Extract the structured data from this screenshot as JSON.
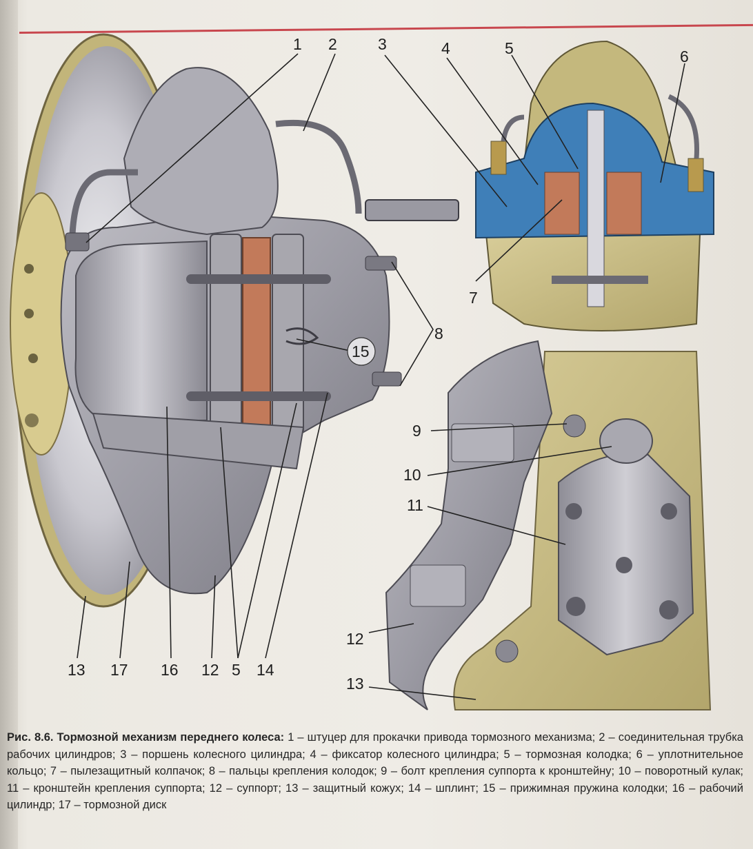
{
  "labels": {
    "l1": "1",
    "l2": "2",
    "l3": "3",
    "l4": "4",
    "l5": "5",
    "l6": "6",
    "l7": "7",
    "l8": "8",
    "l9": "9",
    "l10": "10",
    "l11": "11",
    "l12": "12",
    "l13": "13",
    "l15": "15",
    "b13": "13",
    "b17": "17",
    "b16": "16",
    "b12": "12",
    "b5": "5",
    "b14": "14"
  },
  "caption": {
    "title": "Рис. 8.6. Тормозной механизм переднего колеса:",
    "body": " 1 – штуцер для прокачки привода тормозного механизма; 2 – соединительная трубка рабочих цилиндров; 3 – поршень колесного цилиндра; 4 – фиксатор колесного цилиндра; 5 – тормозная колодка; 6 – уплотнительное кольцо; 7 – пылезащитный колпачок; 8 – пальцы крепления колодок; 9 – болт крепления суппорта к кронштейну; 10 – поворотный кулак; 11 – кронштейн крепления суппорта; 12 – суппорт; 13 – защитный кожух; 14 – шплинт; 15 – прижимная пружина колодки; 16 – рабочий цилиндр; 17 – тормозной диск"
  },
  "colors": {
    "metal": "#9c9ca4",
    "shield": "#c9bd86",
    "section_blue": "#3f7fb8",
    "pad_copper": "#c27a5a",
    "rule_red": "#c8474e"
  }
}
